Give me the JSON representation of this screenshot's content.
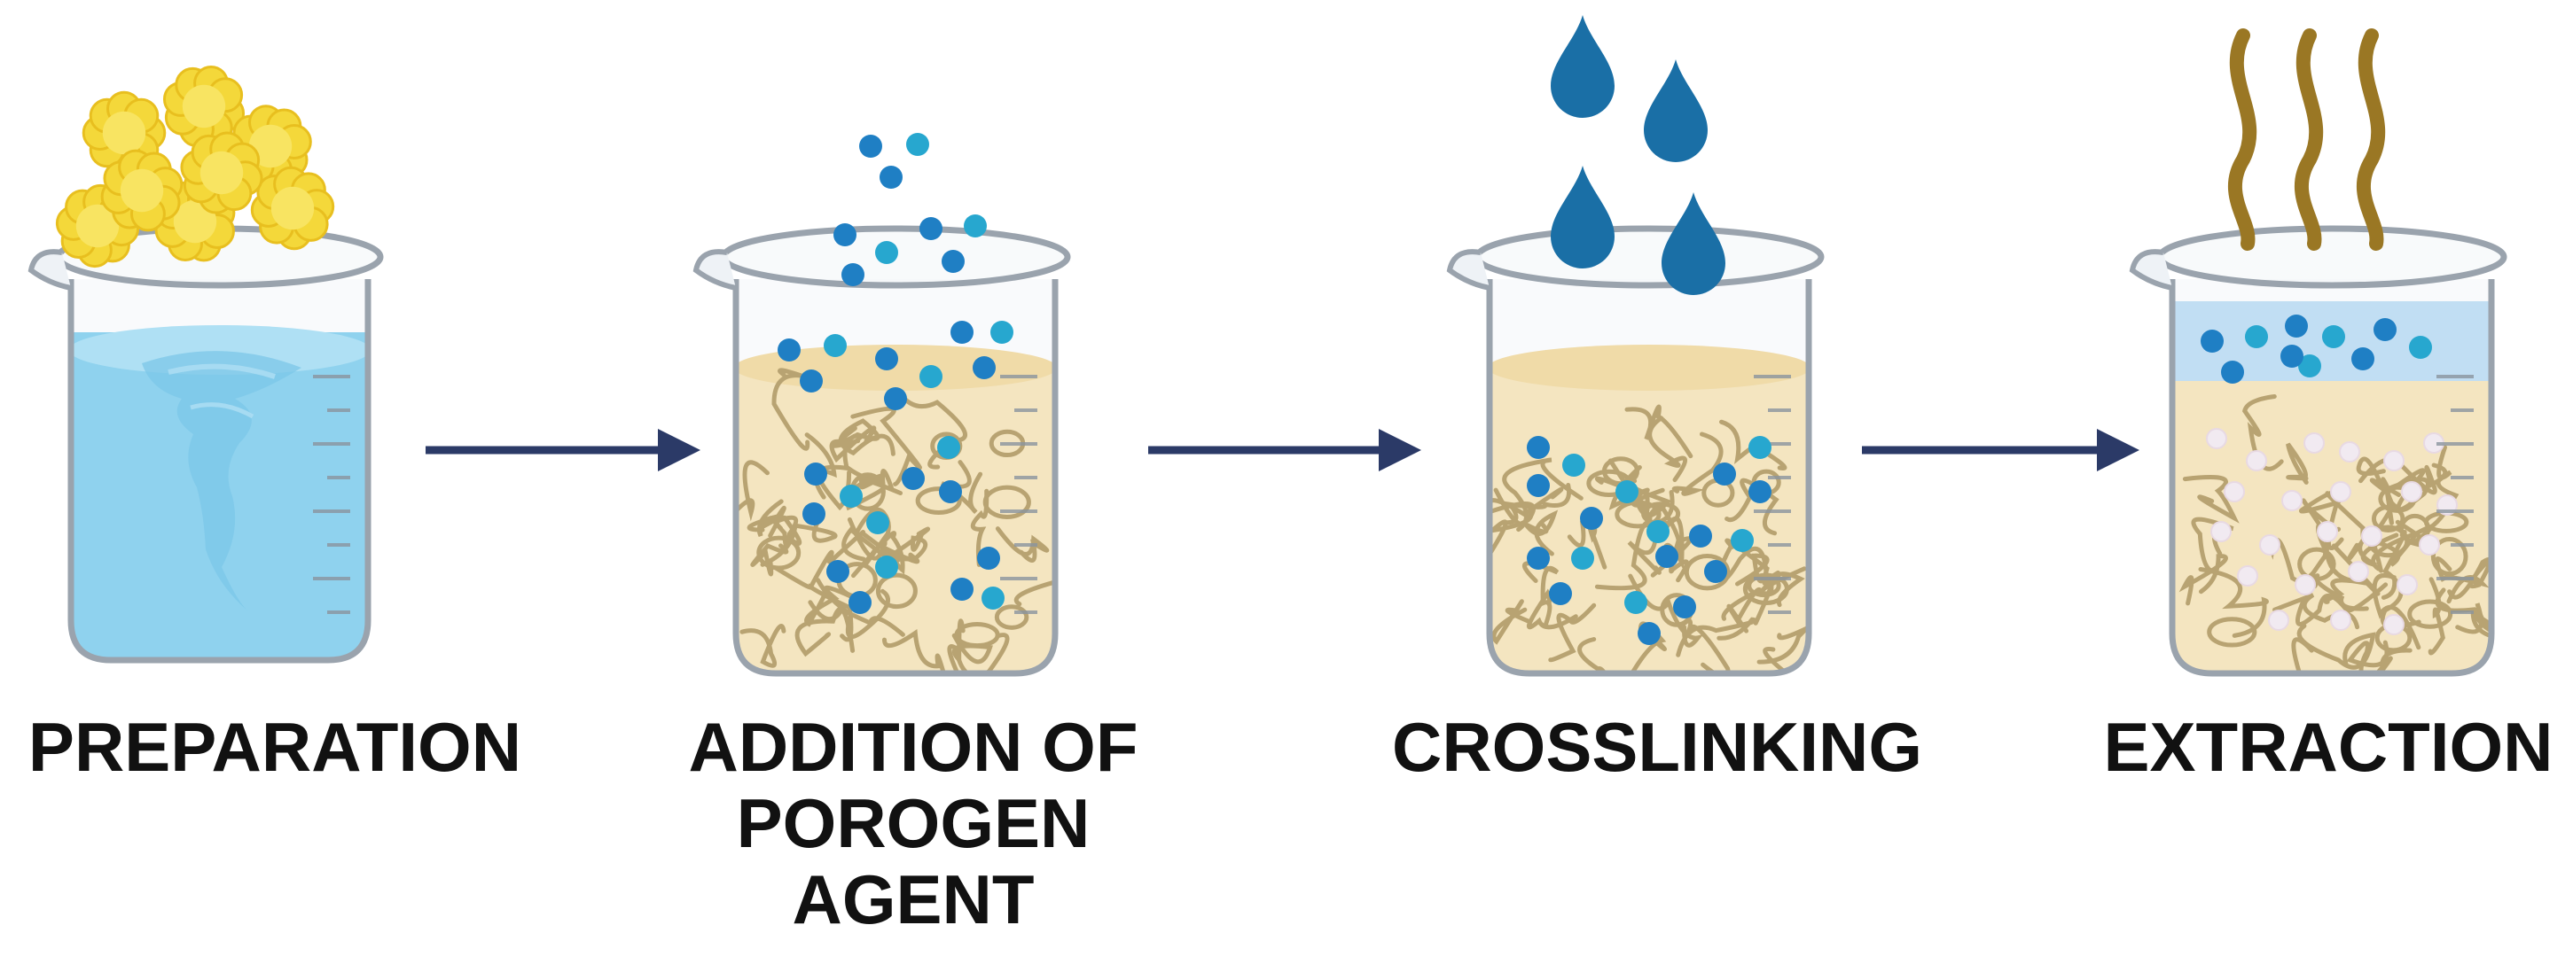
{
  "steps": [
    {
      "id": "preparation",
      "label_lines": [
        "PREPARATION"
      ],
      "icon": "beaker-with-vortex-and-flakes"
    },
    {
      "id": "addition",
      "label_lines": [
        "ADDITION OF",
        "POROGEN",
        "AGENT"
      ],
      "icon": "beaker-with-polymer-and-porogen-beads"
    },
    {
      "id": "crosslinking",
      "label_lines": [
        "CROSSLINKING"
      ],
      "icon": "beaker-with-falling-drops"
    },
    {
      "id": "extraction",
      "label_lines": [
        "EXTRACTION"
      ],
      "icon": "beaker-with-vapor-lines"
    }
  ],
  "arrows": 3,
  "colors": {
    "glass_outline": "#9aa3ad",
    "glass_fill": "#eef2f6",
    "water": "#5cc2ea",
    "water_dark": "#2f9fd3",
    "gel": "#f7dfa3",
    "gel_rim": "#f1cf7f",
    "polymer": "#9c7a2c",
    "bead_dark": "#1f7fc4",
    "bead_light": "#27a7cf",
    "drop": "#1a6fa6",
    "flake": "#f4d83a",
    "arrow": "#2b3a67",
    "vapor": "#9a7724",
    "solvent": "#a9d5f2",
    "pore": "#f3e6ee"
  }
}
